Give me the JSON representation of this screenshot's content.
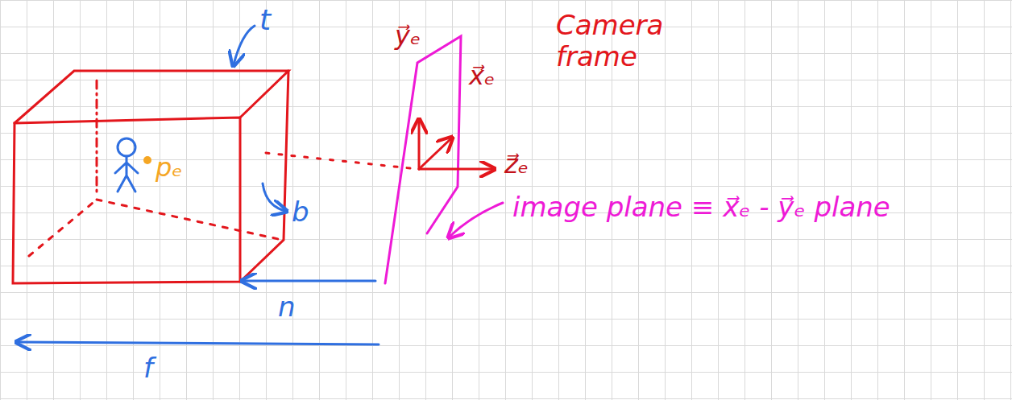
{
  "diagram": {
    "labels": [
      "t",
      "pₑ",
      "b",
      "n",
      "f",
      "y⃗ₑ",
      "x⃗ₑ",
      "z⃗ₑ",
      "Camera frame",
      "image plane ≡ x⃗ₑ - y⃗ₑ plane"
    ]
  }
}
